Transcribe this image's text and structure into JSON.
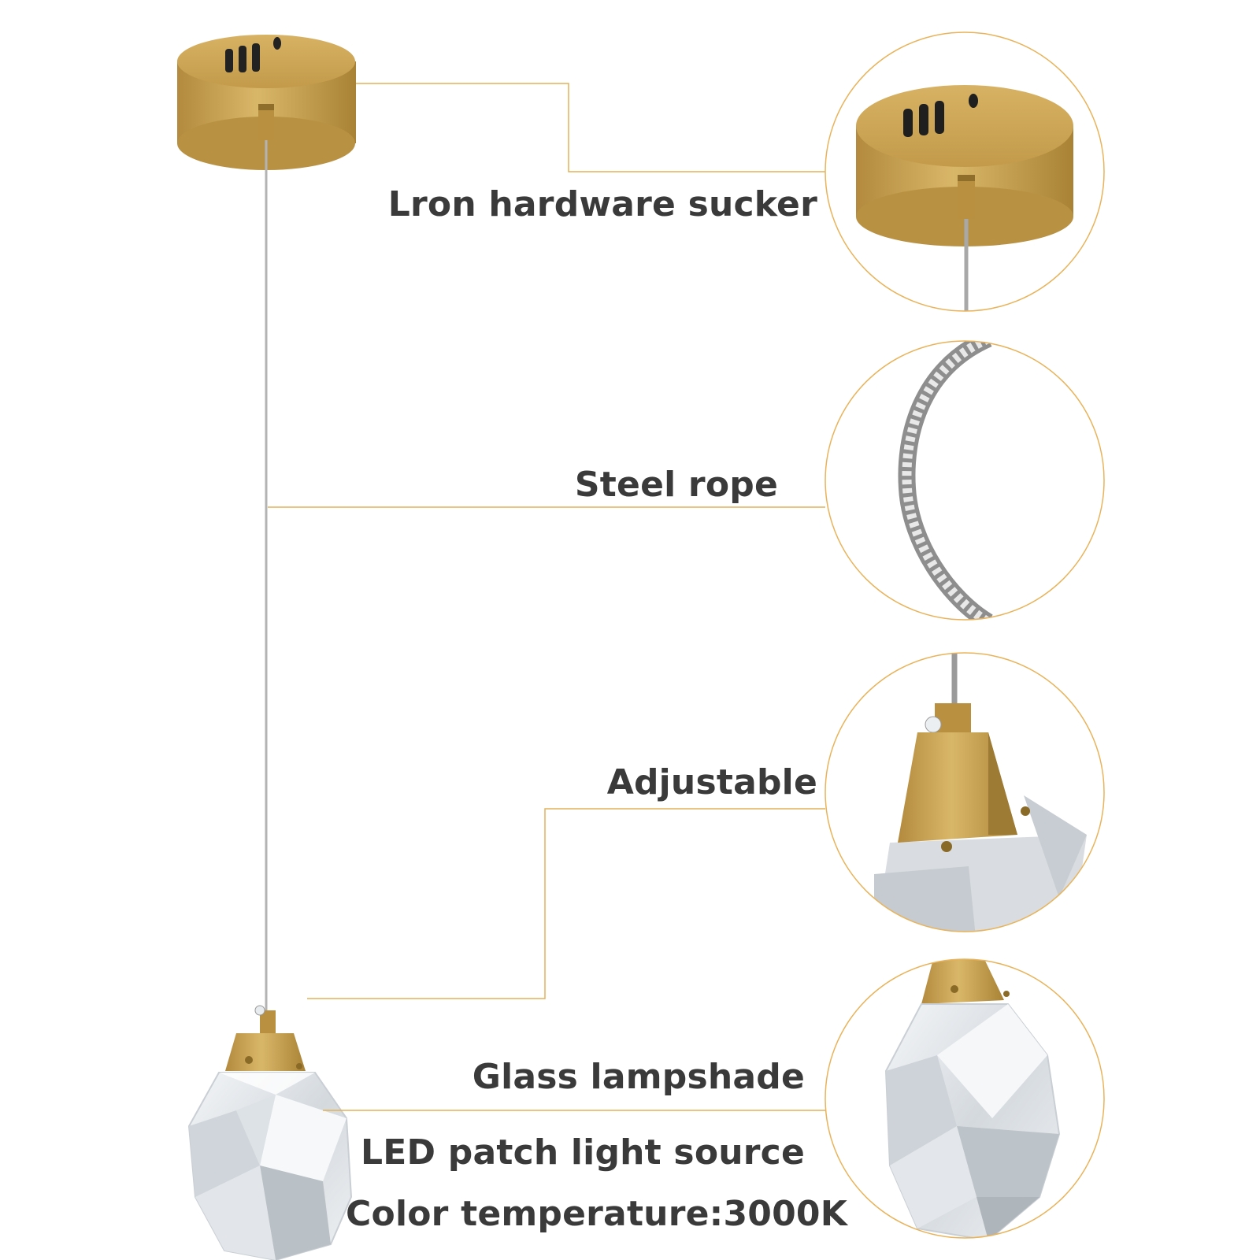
{
  "labels": {
    "hardware": "Lron hardware sucker",
    "rope": "Steel rope",
    "adjustable": "Adjustable",
    "glass": "Glass lampshade",
    "led": "LED patch light source",
    "color_temp": "Color temperature:3000K"
  },
  "colors": {
    "brass": "#c8a253",
    "brass_dark": "#a07f35",
    "leader_line": "#e2b15a",
    "circle_stroke": "#e8b35a",
    "text": "#3a3a3a",
    "rope": "#b8b8b8",
    "crystal": "#e9edf1"
  }
}
